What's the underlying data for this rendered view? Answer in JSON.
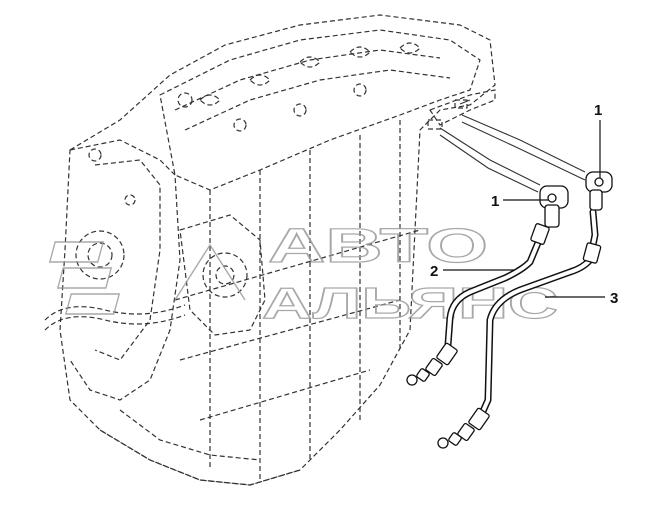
{
  "callouts": {
    "top_right": "1",
    "middle": "1",
    "left_pipe": "2",
    "right_pipe": "3"
  },
  "watermark": {
    "line1": "АВТО",
    "line2": "АЛЬЯНС"
  },
  "colors": {
    "line": "#111111",
    "watermark": "#9a9a9a",
    "background": "#ffffff"
  }
}
